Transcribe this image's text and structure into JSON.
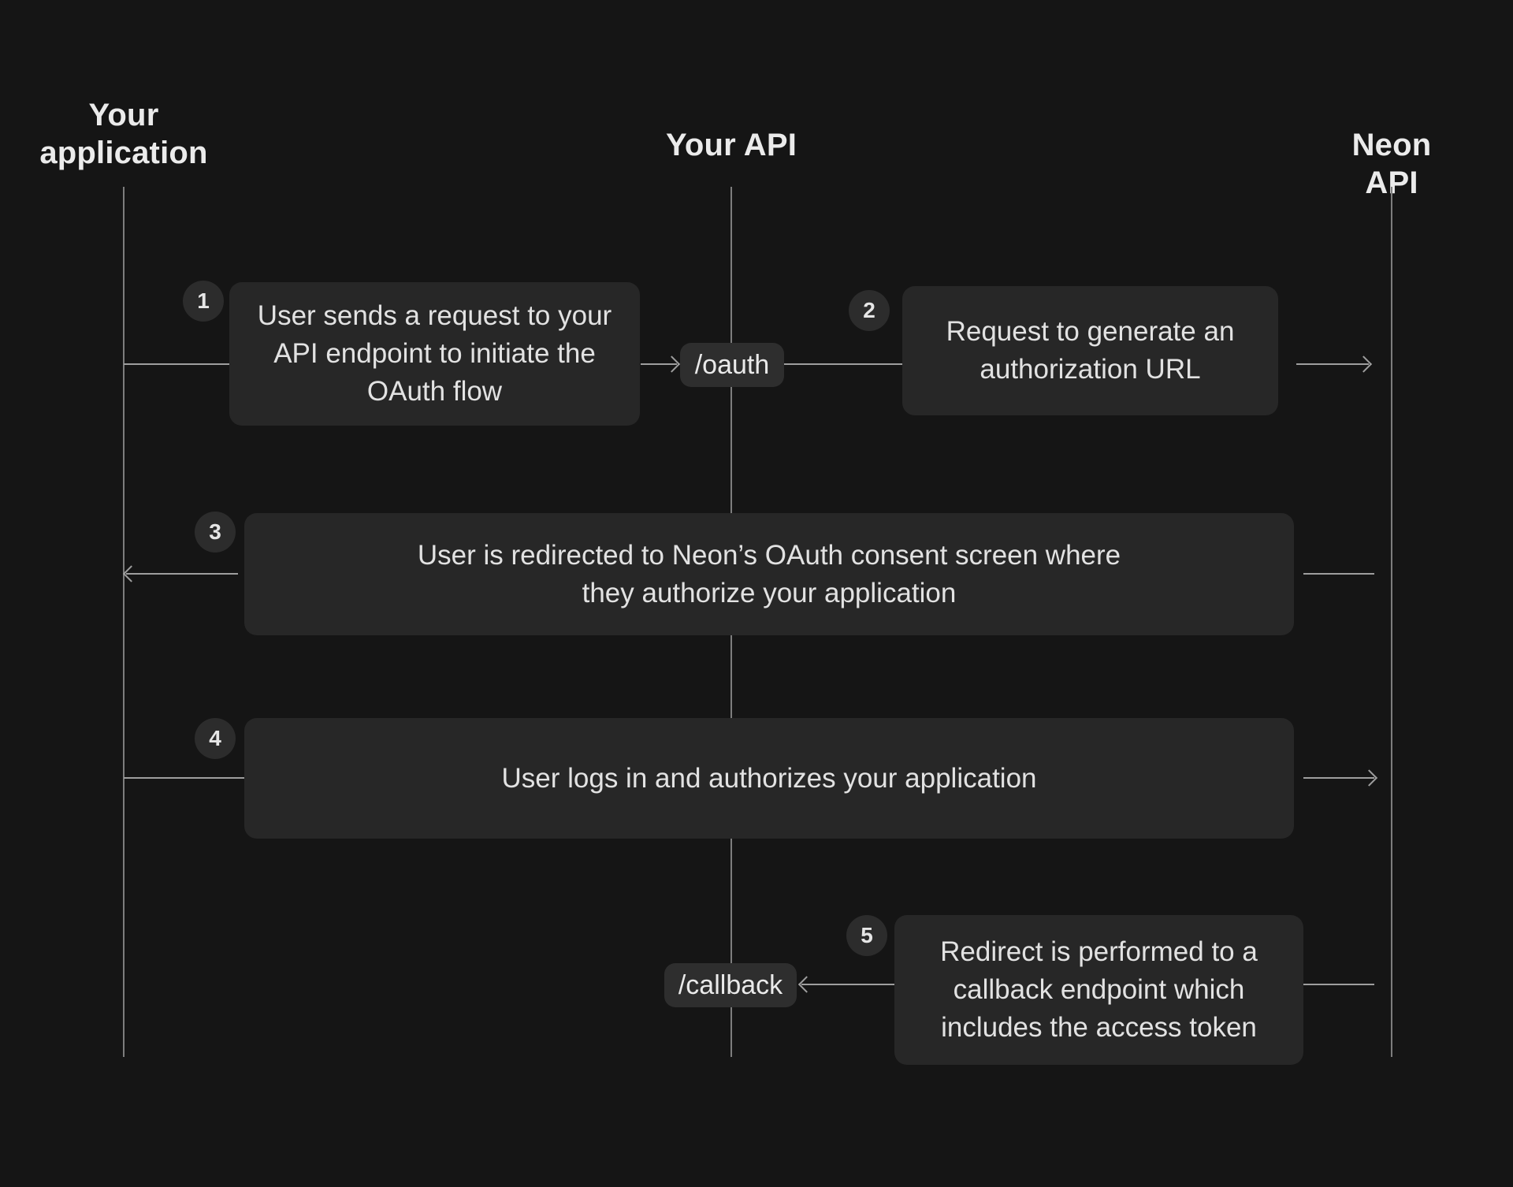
{
  "diagram": {
    "actors": [
      {
        "id": "your-application",
        "label": "Your\napplication"
      },
      {
        "id": "your-api",
        "label": "Your API"
      },
      {
        "id": "neon-api",
        "label": "Neon API"
      }
    ],
    "steps": [
      {
        "number": "1",
        "text": "User sends a request to your\nAPI endpoint to initiate the\nOAuth flow"
      },
      {
        "number": "2",
        "text": "Request to generate an\nauthorization URL"
      },
      {
        "number": "3",
        "text": "User is redirected to Neon’s OAuth consent screen where\nthey authorize your application"
      },
      {
        "number": "4",
        "text": "User logs in and authorizes your application"
      },
      {
        "number": "5",
        "text": "Redirect is performed to a\ncallback endpoint which\nincludes the access token"
      }
    ],
    "endpoints": [
      {
        "label": "/oauth"
      },
      {
        "label": "/callback"
      }
    ],
    "colors": {
      "background": "#151515",
      "box": "#272727",
      "pill": "#2e2e2e",
      "badge": "#2c2c2c",
      "text": "#e2e2e2",
      "heading": "#ebebeb",
      "lifeline": "#7d7d7d",
      "connector": "#9e9e9e"
    }
  }
}
